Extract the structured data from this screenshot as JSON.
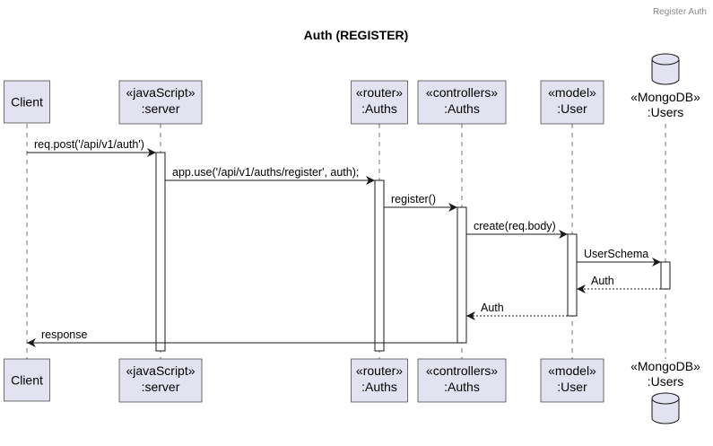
{
  "header": "Register Auth",
  "title": "Auth (REGISTER)",
  "colors": {
    "participant_fill": "#E2E2F0",
    "border": "#181818",
    "activation_fill": "#FFFFFF",
    "header_text": "#888888"
  },
  "participants": [
    {
      "id": "client",
      "lines": [
        "Client"
      ],
      "shape": "box"
    },
    {
      "id": "server",
      "lines": [
        "«javaScript»",
        ":server"
      ],
      "shape": "box"
    },
    {
      "id": "router",
      "lines": [
        "«router»",
        ":Auths"
      ],
      "shape": "box"
    },
    {
      "id": "controllers",
      "lines": [
        "«controllers»",
        ":Auths"
      ],
      "shape": "box"
    },
    {
      "id": "model",
      "lines": [
        "«model»",
        ":User"
      ],
      "shape": "box"
    },
    {
      "id": "mongodb",
      "lines": [
        "«MongoDB»",
        ":Users"
      ],
      "shape": "database"
    }
  ],
  "messages": [
    {
      "from": "client",
      "to": "server",
      "label": "req.post('/api/v1/auth')",
      "style": "solid"
    },
    {
      "from": "server",
      "to": "router",
      "label": "app.use('/api/v1/auths/register', auth);",
      "style": "solid"
    },
    {
      "from": "router",
      "to": "controllers",
      "label": "register()",
      "style": "solid"
    },
    {
      "from": "controllers",
      "to": "model",
      "label": "create(req.body)",
      "style": "solid"
    },
    {
      "from": "model",
      "to": "mongodb",
      "label": "UserSchema",
      "style": "solid"
    },
    {
      "from": "mongodb",
      "to": "model",
      "label": "Auth",
      "style": "dashed"
    },
    {
      "from": "model",
      "to": "controllers",
      "label": "Auth",
      "style": "dashed"
    },
    {
      "from": "controllers",
      "to": "client",
      "label": "response",
      "style": "solid"
    }
  ]
}
